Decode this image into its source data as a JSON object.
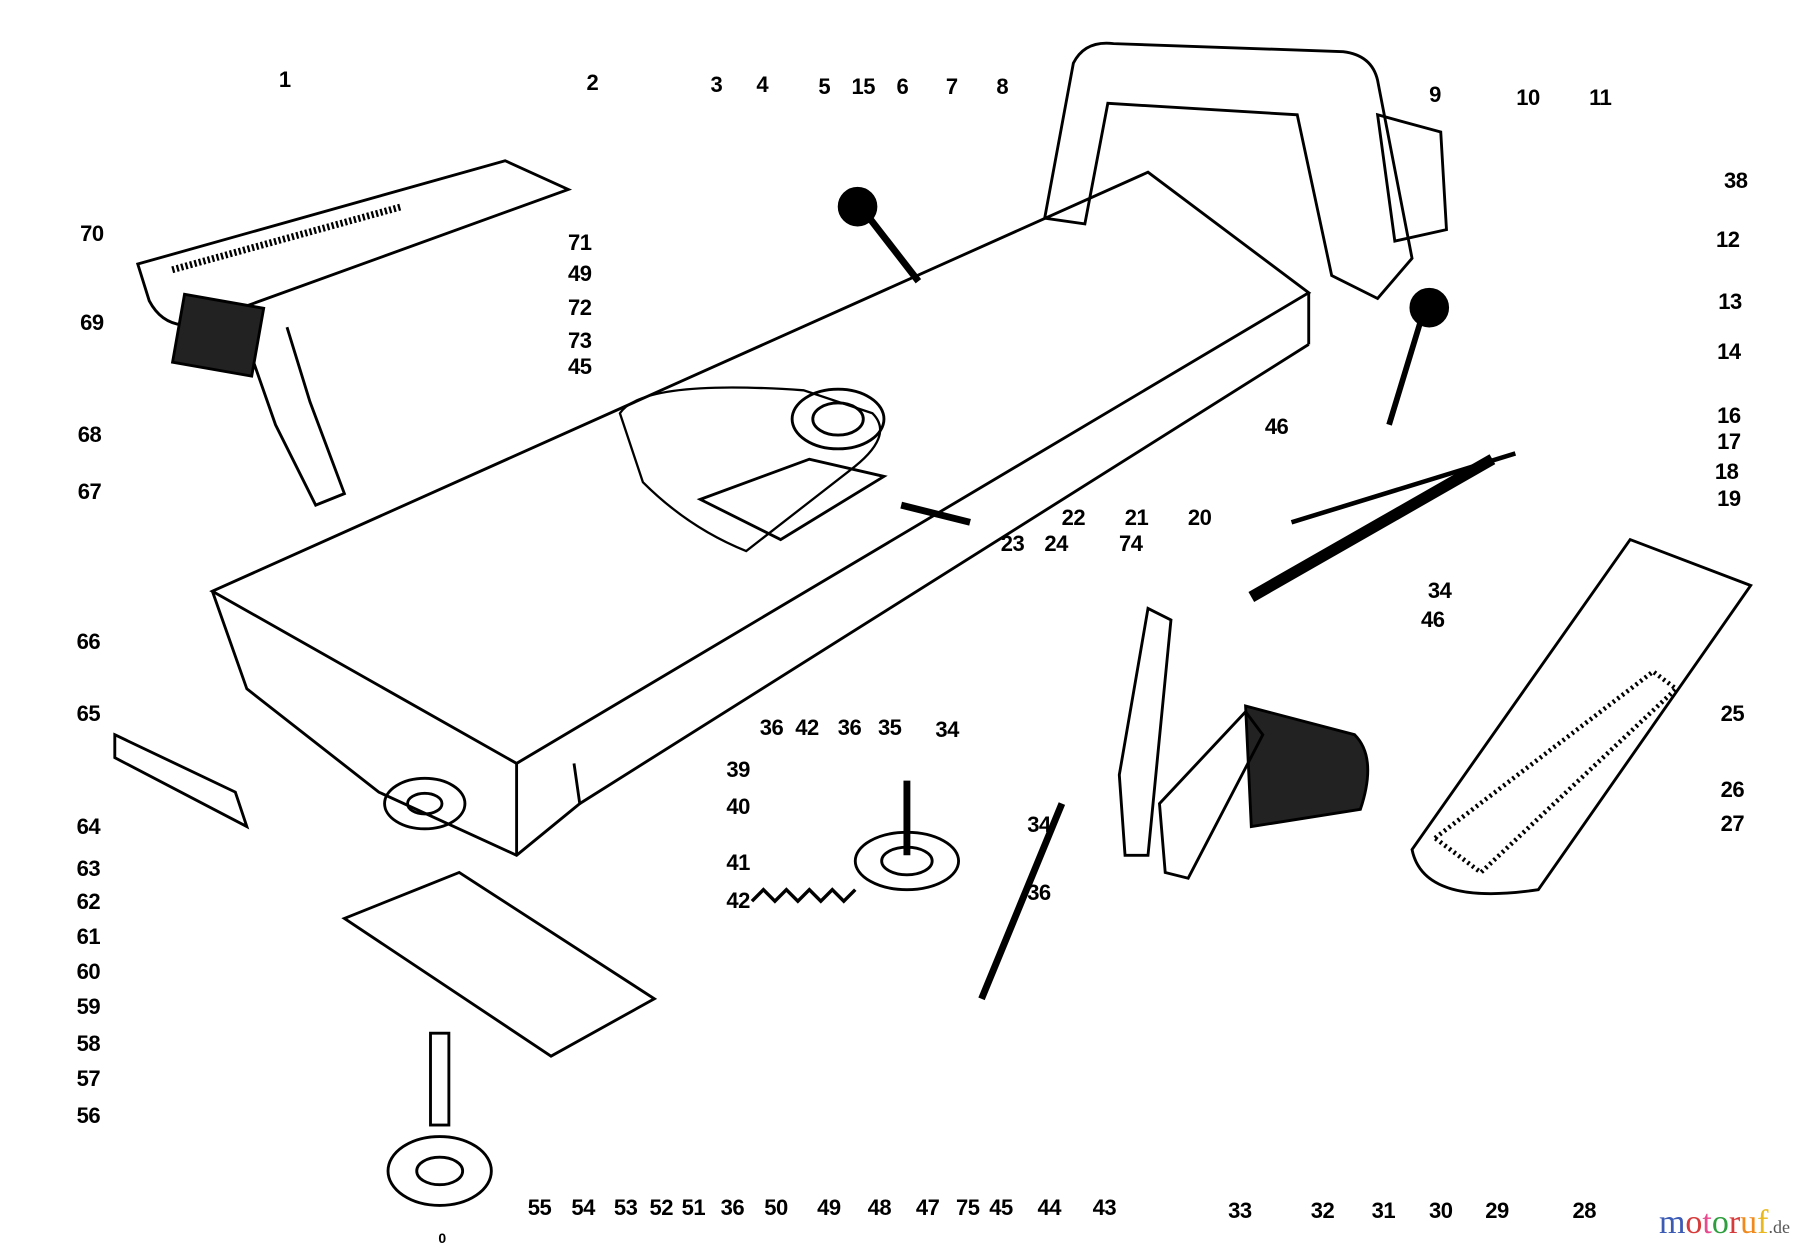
{
  "diagram": {
    "title": "Exploded parts diagram - tractor frame, foot pedals, console and pulleys",
    "part_labels": [
      "1",
      "2",
      "3",
      "4",
      "5",
      "15",
      "6",
      "7",
      "8",
      "9",
      "10",
      "11",
      "38",
      "12",
      "13",
      "14",
      "16",
      "17",
      "18",
      "19",
      "70",
      "69",
      "68",
      "67",
      "71",
      "49",
      "72",
      "73",
      "45",
      "46",
      "22",
      "21",
      "20",
      "23",
      "24",
      "74",
      "34",
      "46",
      "66",
      "36",
      "42",
      "36",
      "35",
      "34",
      "25",
      "65",
      "64",
      "63",
      "62",
      "61",
      "60",
      "59",
      "58",
      "57",
      "56",
      "39",
      "40",
      "41",
      "42",
      "36",
      "34",
      "26",
      "27",
      "55",
      "54",
      "53",
      "52",
      "51",
      "36",
      "50",
      "49",
      "48",
      "47",
      "75",
      "45",
      "44",
      "43",
      "33",
      "32",
      "31",
      "30",
      "29",
      "28",
      "0"
    ]
  },
  "watermark": {
    "name": "motoruf",
    ".de": ".de",
    "letters": [
      "m",
      "o",
      "t",
      "o",
      "r",
      "u",
      "f"
    ],
    "colors": [
      "#3b5bb5",
      "#d63a3a",
      "#e8498f",
      "#2e9e3e",
      "#d63a3a",
      "#f08a1c",
      "#e8b81c"
    ]
  }
}
